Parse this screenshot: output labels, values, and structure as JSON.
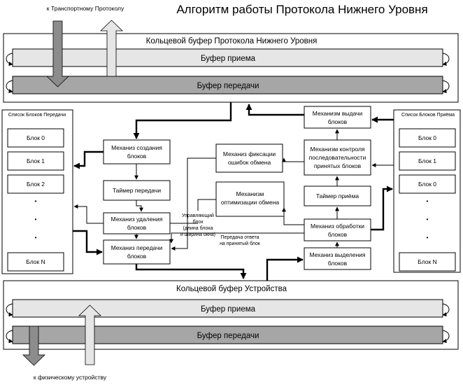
{
  "title": "Алгоритм работы Протокола Нижнего Уровня",
  "to_transport": "к Транспортному Протоколу",
  "to_physical": "к физическому устройству",
  "top_ring": {
    "title": "Кольцевой буфер Протокола Нижнего Уровня",
    "rx": "Буфер приема",
    "tx": "Буфер передачи"
  },
  "bottom_ring": {
    "title": "Кольцевой буфер Устройства",
    "rx": "Буфер приема",
    "tx": "Буфер передачи"
  },
  "tx_list": {
    "title": "Список Блоков Передачи",
    "blocks": [
      "Блок 0",
      "Блок 1",
      "Блок 2",
      "•",
      "•",
      "•",
      "Блок N"
    ]
  },
  "rx_list": {
    "title": "Список Блоков Приёма",
    "blocks": [
      "Блок 0",
      "Блок 1",
      "Блок 0",
      "•",
      "•",
      "•",
      "Блок N"
    ]
  },
  "mechanisms": {
    "create": [
      "Механиз  создания",
      "блоков"
    ],
    "tx_timer": [
      "Таймер передачи"
    ],
    "delete": [
      "Механиз  удаления",
      "блоков"
    ],
    "transmit": [
      "Механиз  передачи",
      "блоков"
    ],
    "error_fix": [
      "Механиз фиксации",
      "ошибок обмена"
    ],
    "optimize": [
      "Механизм",
      "оптимизации обмена"
    ],
    "issue": [
      "Механизм выдачи",
      "блоков"
    ],
    "seq_control": [
      "Механизм контроля",
      "последовательности",
      "принятых блоков"
    ],
    "rx_timer": [
      "Таймер приёма"
    ],
    "process": [
      "Механиз  обработки",
      "блоков"
    ],
    "extract": [
      "Механиз  выделения",
      "блоков"
    ]
  },
  "annotations": {
    "control_block": [
      "Управляющий",
      "блок",
      "(длина блока",
      "и ширина окна)"
    ],
    "reply": [
      "Передача ответа",
      "на принятый блок"
    ]
  }
}
